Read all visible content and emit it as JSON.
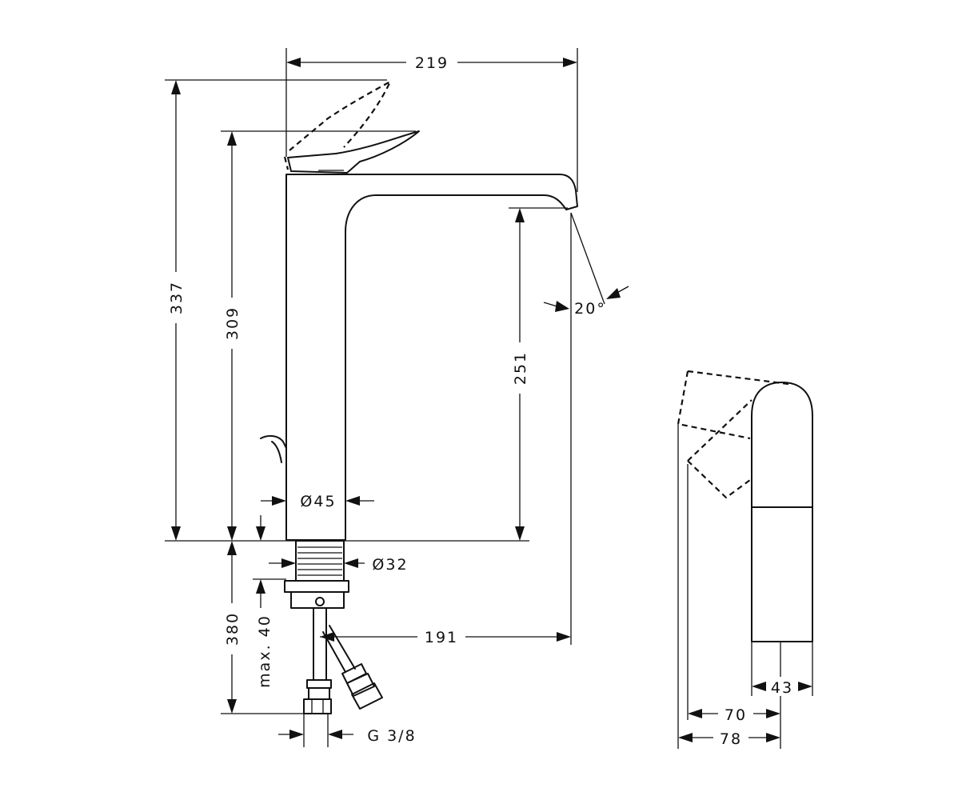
{
  "dimensions": {
    "width_219": "219",
    "height_337": "337",
    "height_309": "309",
    "height_251": "251",
    "angle_20": "20°",
    "dia_45": "Ø45",
    "dia_32": "Ø32",
    "max_40": "max. 40",
    "height_380": "380",
    "reach_191": "191",
    "thread_g38": "G 3/8",
    "width_43": "43",
    "width_70": "70",
    "width_78": "78"
  },
  "colors": {
    "line": "#111111",
    "background": "#ffffff"
  }
}
